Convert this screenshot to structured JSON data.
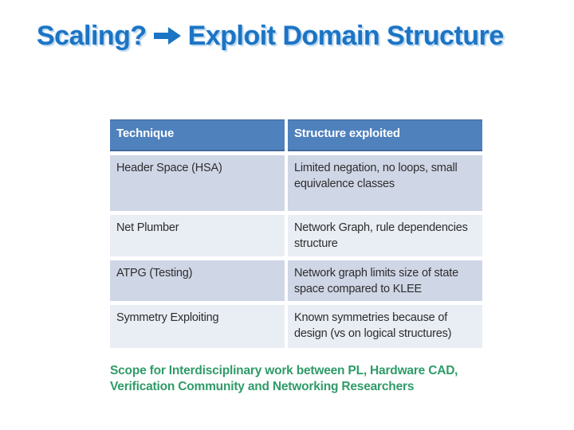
{
  "slide": {
    "title": {
      "text_before_arrow": "Scaling?",
      "arrow_icon": "right-arrow",
      "text_after_arrow": "Exploit Domain Structure"
    },
    "table": {
      "columns": [
        "Technique",
        "Structure exploited"
      ],
      "rows": [
        {
          "technique": "Header Space (HSA)",
          "structure_exploited": "Limited negation, no loops, small equivalence classes"
        },
        {
          "technique": "Net Plumber",
          "structure_exploited": "Network Graph, rule dependencies  structure"
        },
        {
          "technique": "ATPG (Testing)",
          "structure_exploited": "Network graph limits size of state space compared  to KLEE"
        },
        {
          "technique": "Symmetry Exploiting",
          "structure_exploited": "Known symmetries because of design (vs on logical structures)"
        }
      ]
    },
    "footer_note": "Scope for Interdisciplinary work between PL, Hardware CAD, Verification Community and Networking Researchers",
    "colors": {
      "title_blue": "#1b74c4",
      "title_shadow": "#bcd7ee",
      "table_header_bg": "#4f81bd",
      "table_header_text": "#ffffff",
      "row_band_dark": "#cfd6e6",
      "row_band_light": "#e9edf4",
      "cell_text": "#2d2d2d",
      "footer_green": "#2f9b68",
      "background": "#ffffff"
    }
  }
}
